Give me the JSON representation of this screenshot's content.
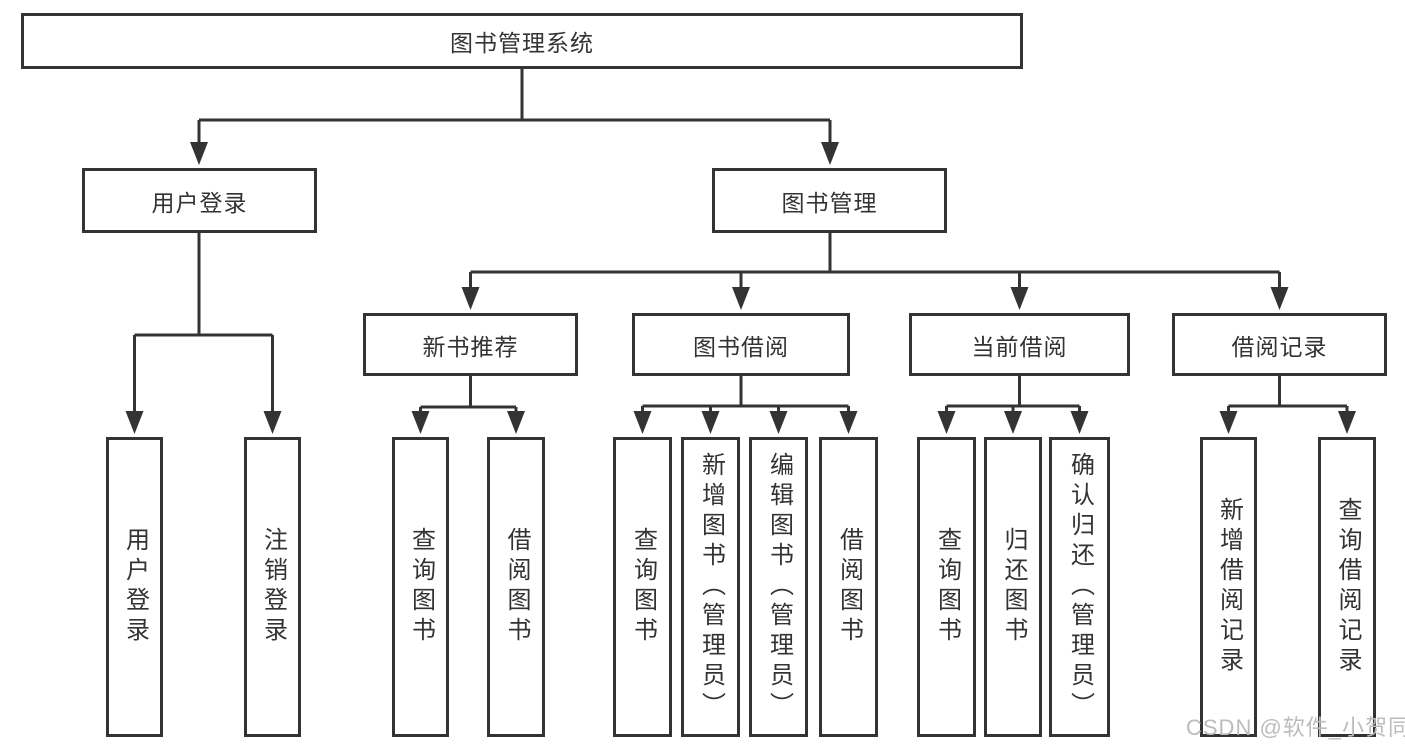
{
  "tree": {
    "root": {
      "label": "图书管理系统",
      "children": [
        {
          "label": "用户登录",
          "children": [
            {
              "label": "用户登录"
            },
            {
              "label": "注销登录"
            }
          ]
        },
        {
          "label": "图书管理",
          "children": [
            {
              "label": "新书推荐",
              "children": [
                {
                  "label": "查询图书"
                },
                {
                  "label": "借阅图书"
                }
              ]
            },
            {
              "label": "图书借阅",
              "children": [
                {
                  "label": "查询图书"
                },
                {
                  "label": "新增图书（管理员）"
                },
                {
                  "label": "编辑图书（管理员）"
                },
                {
                  "label": "借阅图书"
                }
              ]
            },
            {
              "label": "当前借阅",
              "children": [
                {
                  "label": "查询图书"
                },
                {
                  "label": "归还图书"
                },
                {
                  "label": "确认归还（管理员）"
                }
              ]
            },
            {
              "label": "借阅记录",
              "children": [
                {
                  "label": "新增借阅记录"
                },
                {
                  "label": "查询借阅记录"
                }
              ]
            }
          ]
        }
      ]
    }
  },
  "watermark": {
    "text": "CSDN @软件_小贺同学"
  },
  "colors": {
    "line": "#333333",
    "text": "#333333",
    "watermark": "#bcbcbc",
    "background": "#ffffff"
  }
}
